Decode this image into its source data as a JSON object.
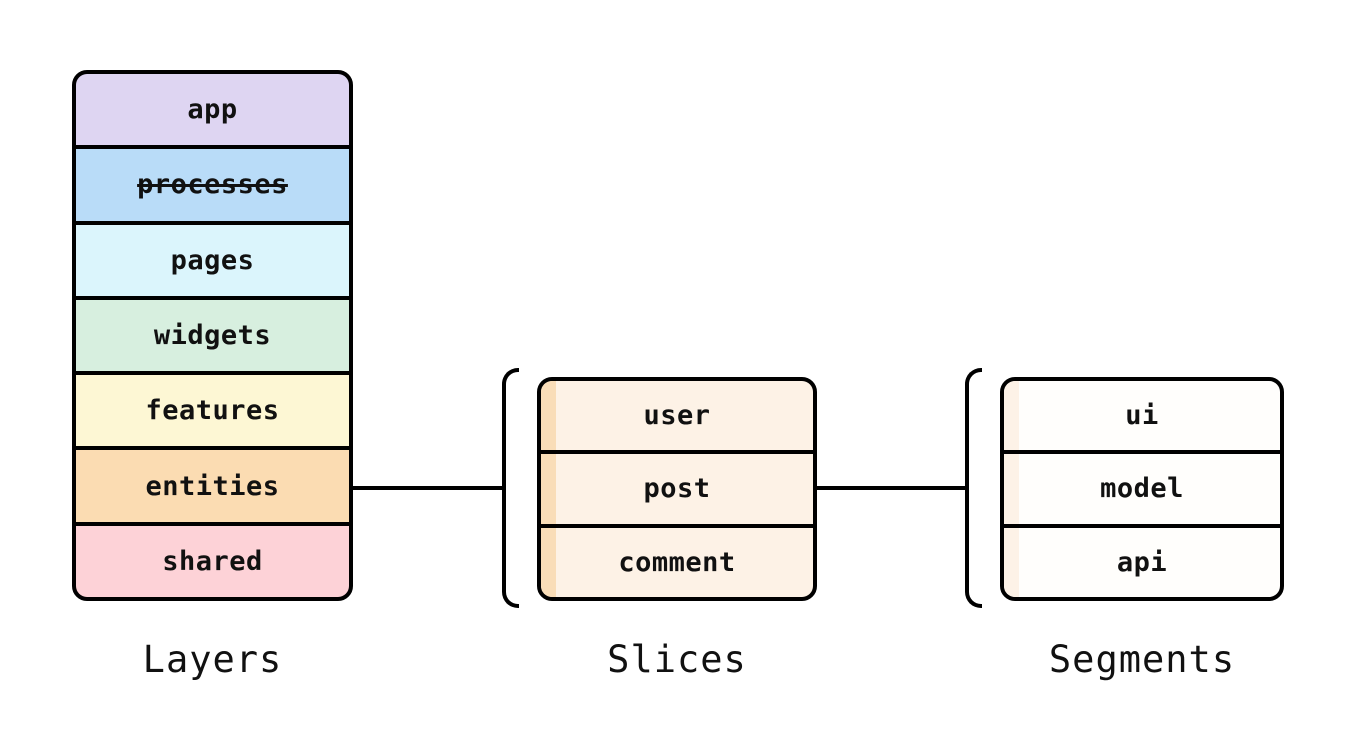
{
  "canvas": {
    "background": "#ffffff",
    "stroke_color": "#000000",
    "text_color": "#111111"
  },
  "layers": {
    "caption": "Layers",
    "items": [
      {
        "label": "app",
        "fill": "#ded5f2",
        "strikethrough": false
      },
      {
        "label": "processes",
        "fill": "#b9dcf8",
        "strikethrough": true
      },
      {
        "label": "pages",
        "fill": "#dbf5fc",
        "strikethrough": false
      },
      {
        "label": "widgets",
        "fill": "#d7efdf",
        "strikethrough": false
      },
      {
        "label": "features",
        "fill": "#fdf7d4",
        "strikethrough": false
      },
      {
        "label": "entities",
        "fill": "#fbdcb2",
        "strikethrough": false
      },
      {
        "label": "shared",
        "fill": "#fdd2d7",
        "strikethrough": false
      }
    ]
  },
  "slices": {
    "caption": "Slices",
    "row_fill": "#fdf2e6",
    "stripe_fill": "#f9ddb8",
    "items": [
      {
        "label": "user"
      },
      {
        "label": "post"
      },
      {
        "label": "comment"
      }
    ]
  },
  "segments": {
    "caption": "Segments",
    "row_fill": "#fffefc",
    "stripe_fill": "#fdf2e7",
    "items": [
      {
        "label": "ui"
      },
      {
        "label": "model"
      },
      {
        "label": "api"
      }
    ]
  },
  "connectors": [
    {
      "description": "entities layer to slices bracket"
    },
    {
      "description": "slices box to segments bracket"
    }
  ]
}
